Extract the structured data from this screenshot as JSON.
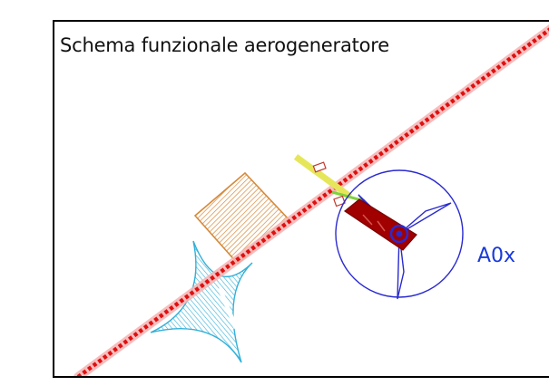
{
  "diagram": {
    "title": "Schema funzionale aerogeneratore",
    "axis_label": "A0x",
    "colors": {
      "axis_line": "#e01010",
      "axis_glow": "#f6b2b2",
      "nacelle": "#a00000",
      "rotor_outline": "#2a2ad0",
      "box_hatch": "#d58a3a",
      "blade_hatch": "#34b0d8",
      "arm": "#e6e65a",
      "label": "#1a3ad8"
    },
    "icons": [
      "rotor-circle",
      "nacelle-block",
      "hub-icon",
      "orange-hatched-box",
      "blue-hatched-blades",
      "yellow-arm",
      "spring-icon"
    ]
  }
}
